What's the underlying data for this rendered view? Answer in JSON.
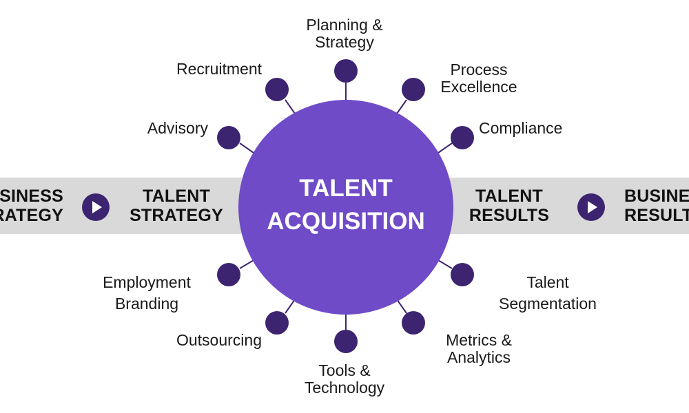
{
  "center": {
    "line1": "TALENT",
    "line2": "ACQUISITION"
  },
  "band": {
    "left_outer": [
      "BUSINESS",
      "STRATEGY"
    ],
    "left_inner": [
      "TALENT",
      "STRATEGY"
    ],
    "right_inner": [
      "TALENT",
      "RESULTS"
    ],
    "right_outer": [
      "BUSINESS",
      "RESULTS"
    ]
  },
  "spokes": [
    {
      "label_lines": [
        "Planning &",
        "Strategy"
      ]
    },
    {
      "label_lines": [
        "Process",
        "Excellence"
      ]
    },
    {
      "label_lines": [
        "Compliance"
      ]
    },
    {
      "label_lines": [
        "Talent",
        "Segmentation"
      ]
    },
    {
      "label_lines": [
        "Metrics &",
        "Analytics"
      ]
    },
    {
      "label_lines": [
        "Tools &",
        "Technology"
      ]
    },
    {
      "label_lines": [
        "Outsourcing"
      ]
    },
    {
      "label_lines": [
        "Employment",
        "Branding"
      ]
    },
    {
      "label_lines": [
        "Advisory"
      ]
    },
    {
      "label_lines": [
        "Recruitment"
      ]
    }
  ],
  "colors": {
    "center": "#6f4bc8",
    "node": "#3d2470",
    "band": "#d9d9d9",
    "connector": "#3d2470"
  }
}
